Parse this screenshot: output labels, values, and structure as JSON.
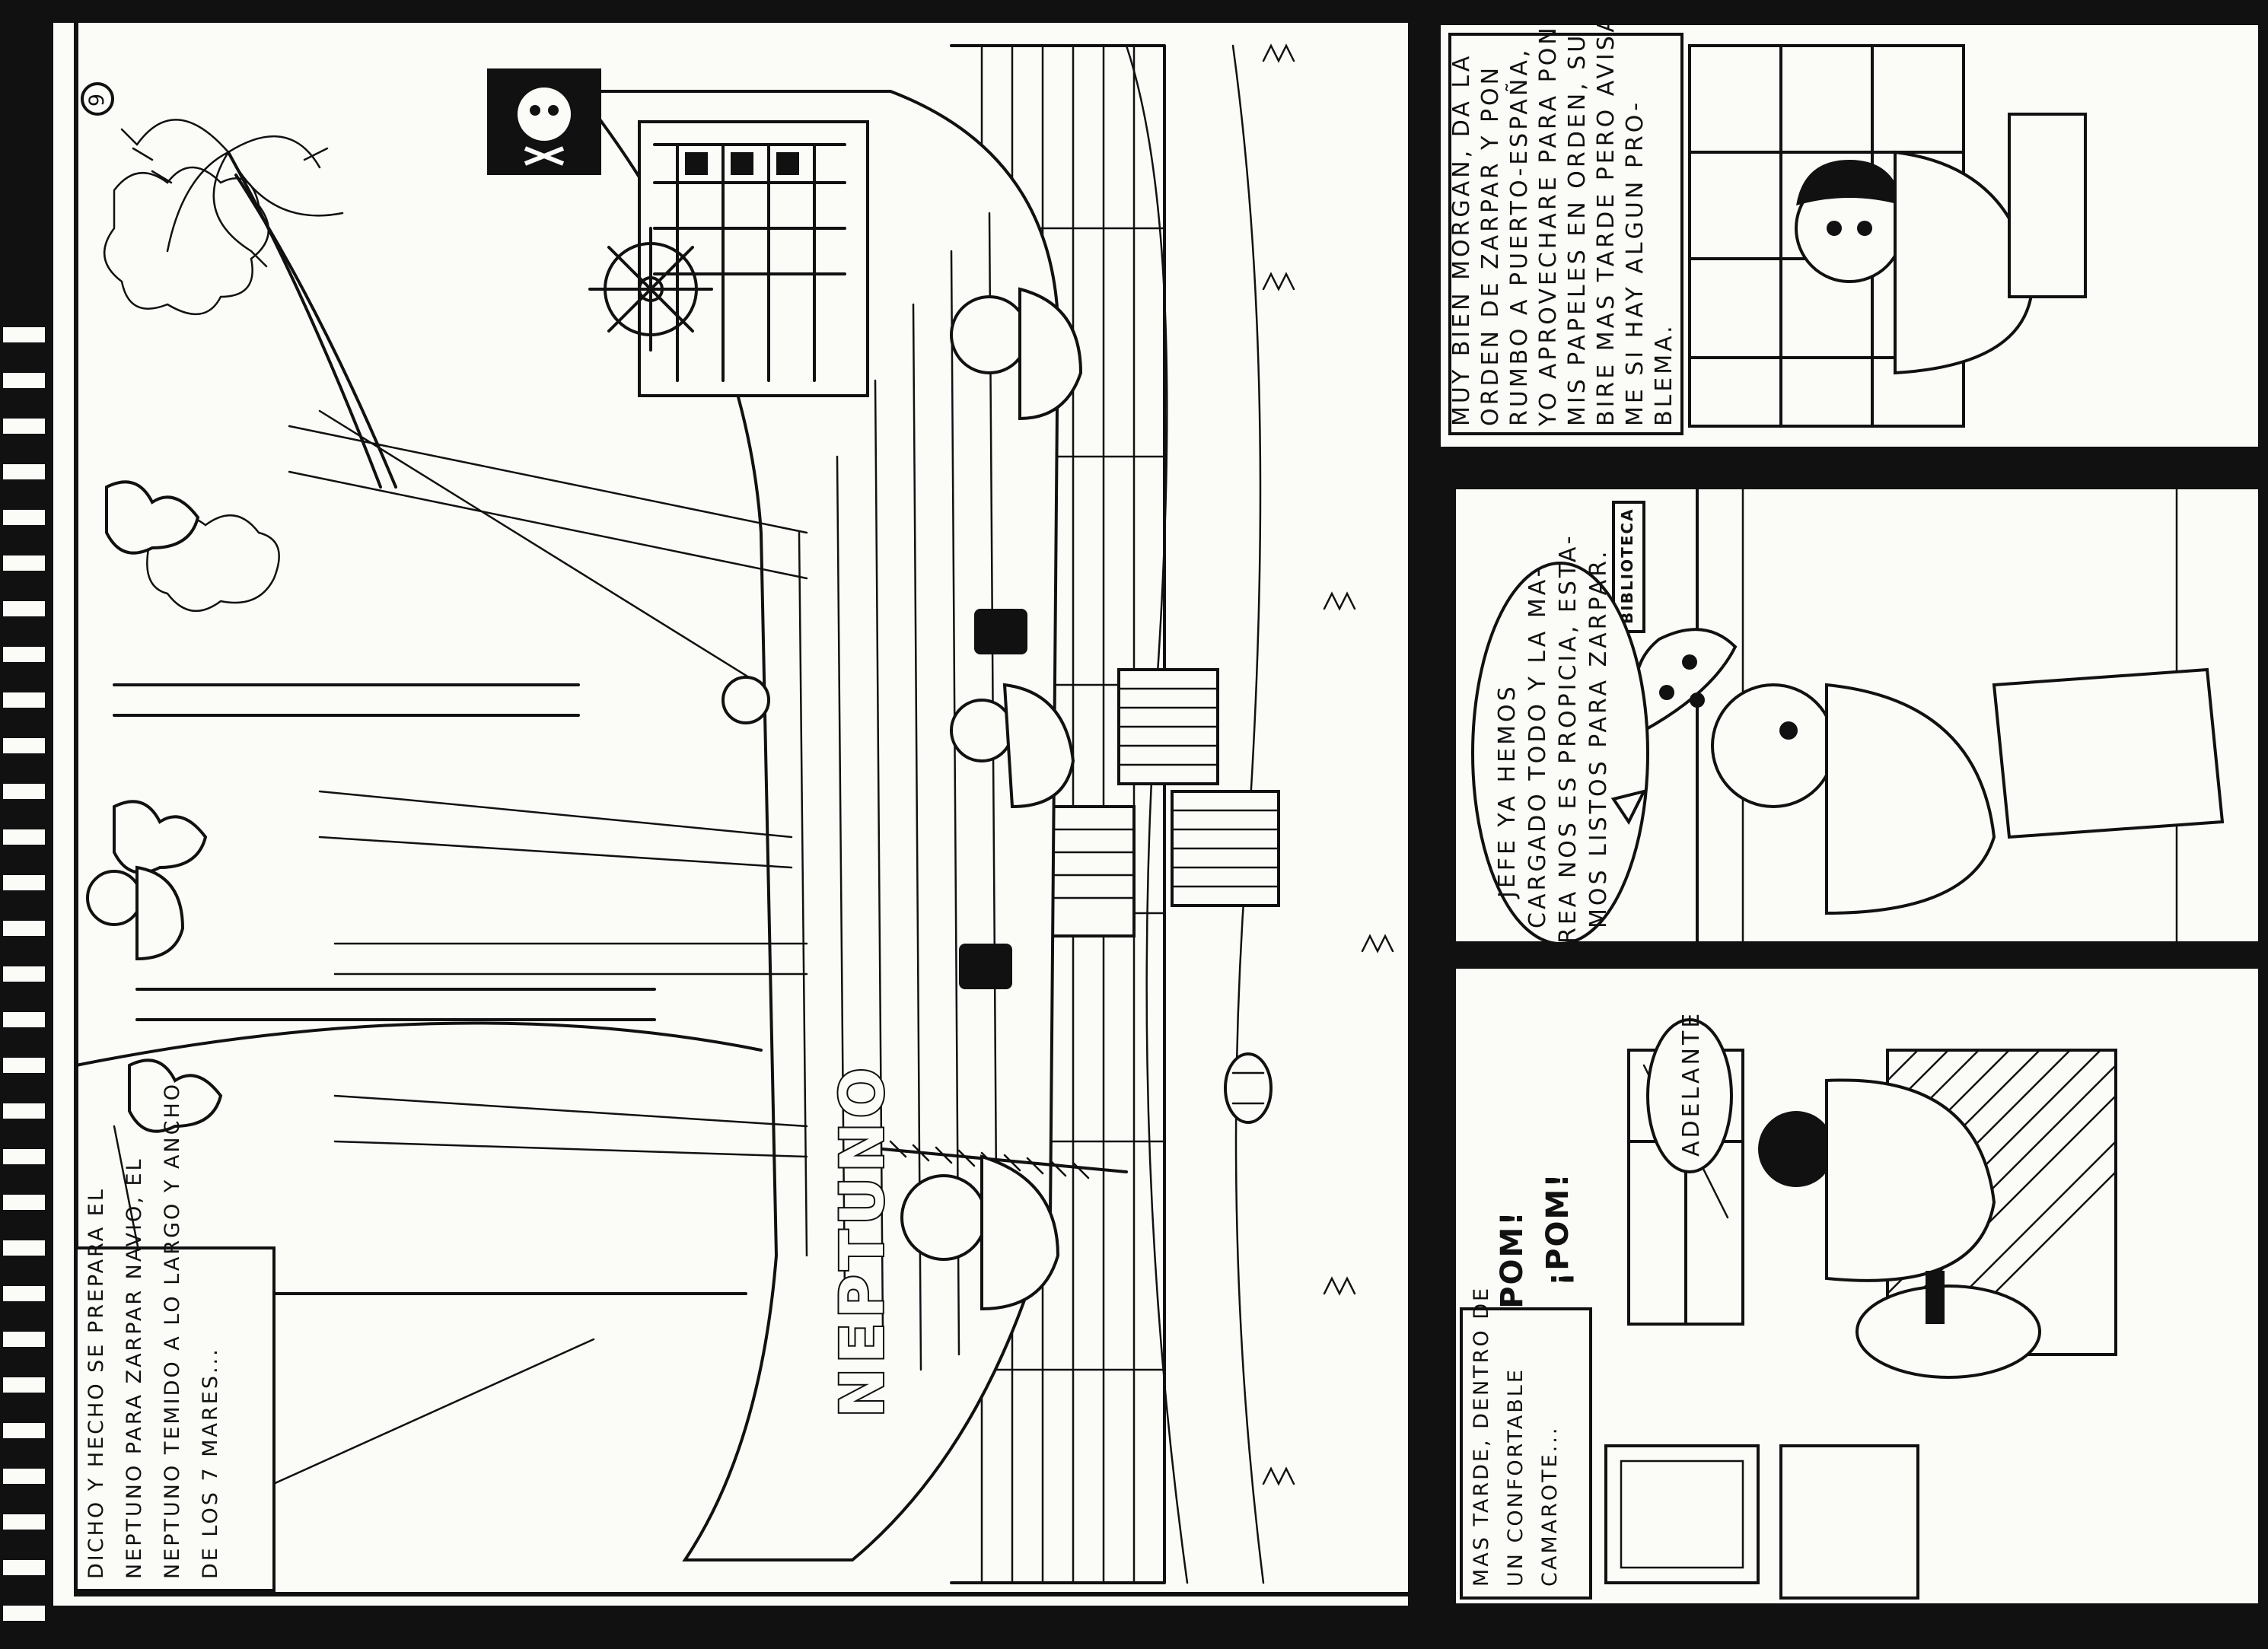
{
  "page": {
    "number": "9"
  },
  "panels": {
    "ship": {
      "caption": [
        "DICHO Y HECHO SE PREPARA EL",
        "NEPTUNO PARA ZARPAR NAVIO, EL",
        "NEPTUNO TEMIDO A LO LARGO Y ANCHO",
        "DE LOS 7 MARES..."
      ],
      "ship_name": "NEPTUNO"
    },
    "cabin": {
      "caption": [
        "MAS TARDE, DENTRO DE",
        "UN CONFORTABLE",
        "CAMAROTE..."
      ],
      "sfx_1": "¡POM!",
      "sfx_2": "¡POM!",
      "balloon": "ADELANTE"
    },
    "sailor": {
      "balloon": [
        "JEFE YA HEMOS",
        "CARGADO TODO Y LA MA-",
        "REA NOS ES PROPICIA, ESTA-",
        "MOS LISTOS PARA ZARPAR."
      ],
      "sign": "BIBLIOTECA"
    },
    "captain": {
      "balloon": [
        "MUY BIEN MORGAN, DA LA",
        "ORDEN DE ZARPAR Y PON",
        "RUMBO A PUERTO-ESPAÑA,",
        "YO APROVECHARE PARA PONER",
        "MIS PAPELES EN ORDEN, SU",
        "BIRE MAS TARDE PERO AVISA",
        "ME SI HAY ALGUN PRO-",
        "BLEMA."
      ]
    }
  }
}
